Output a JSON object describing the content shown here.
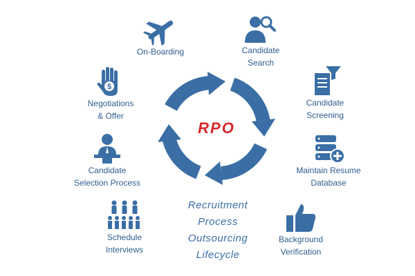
{
  "center": {
    "title": "RPO"
  },
  "caption": "Recruitment\nProcess\nOutsourcing\nLifecycle",
  "colors": {
    "primary": "#3a6ea5",
    "accent": "#d62828",
    "label": "#2e5d8f"
  },
  "stages": [
    {
      "key": "onboarding",
      "label": "On-Boarding",
      "icon": "airplane-icon"
    },
    {
      "key": "candidate_search",
      "label": "Candidate\nSearch",
      "icon": "person-search-icon"
    },
    {
      "key": "candidate_screening",
      "label": "Candidate\nScreening",
      "icon": "filter-document-icon"
    },
    {
      "key": "resume_database",
      "label": "Maintain Resume\nDatabase",
      "icon": "database-add-icon"
    },
    {
      "key": "background_verification",
      "label": "Background\nVerification",
      "icon": "thumbs-up-icon"
    },
    {
      "key": "schedule_interviews",
      "label": "Schedule\nInterviews",
      "icon": "group-people-icon"
    },
    {
      "key": "selection_process",
      "label": "Candidate\nSelection Process",
      "icon": "presenter-podium-icon"
    },
    {
      "key": "negotiations_offer",
      "label": "Negotiations\n& Offer",
      "icon": "hand-dollar-icon"
    }
  ]
}
